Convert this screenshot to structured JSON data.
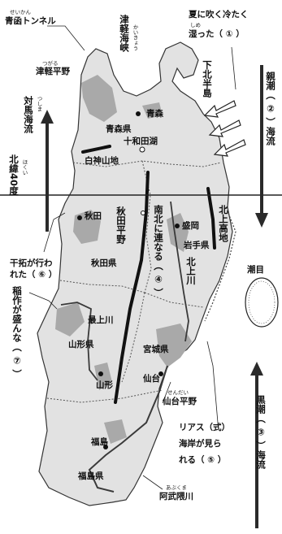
{
  "labels": {
    "seikan": "青函トンネル",
    "seikan_ruby": "せいかん",
    "tsugaru_strait": "津軽海峡",
    "tsugaru_strait_ruby": "かいきょう",
    "tsugaru_plain": "津軽平野",
    "tsugaru_plain_ruby": "つがる",
    "summer_wind": "夏に吹く冷たく",
    "summer_wind2": "湿った（ ① ）",
    "shimetta_ruby": "しめ",
    "shimokita": "下北半島",
    "oyashio": "親潮（ ② ）海流",
    "aomori_city": "青森",
    "aomori_pref": "青森県",
    "towada": "十和田湖",
    "shirakami": "白神山地",
    "tsushima": "対馬海流",
    "tsushima_ruby": "つしま",
    "lat40": "北緯40度",
    "lat40_ruby": "ほくい",
    "akita_city": "秋田",
    "akita_plain": "秋田平野",
    "nanboku": "南北に連なる（ ④ ）",
    "morioka": "盛岡",
    "kitakami_highland": "北上高地",
    "iwate_pref": "岩手県",
    "kitakami_river": "北上川",
    "shiome": "潮目",
    "kantaku": "干拓が行わ",
    "kantaku2": "れた（ ⑥ ）",
    "akita_pref": "秋田県",
    "inasaku": "稲作が盛んな（ ⑦ ）",
    "mogami": "最上川",
    "yamagata_pref": "山形県",
    "miyagi_pref": "宮城県",
    "yamagata_city": "山形",
    "sendai_city": "仙台",
    "sendai_plain": "仙台平野",
    "sendai_ruby": "せんだい",
    "rias1": "リアス（式）",
    "rias2": "海岸が見ら",
    "rias3": "れる（ ⑤ ）",
    "kuroshio": "黒潮（ ③ ）海流",
    "fukushima_city": "福島",
    "fukushima_pref": "福島県",
    "abukuma": "阿武隈川",
    "abukuma_ruby": "あぶくま"
  },
  "colors": {
    "land": "#e2e2e2",
    "plain": "#a9a9a9",
    "river": "#3a3a3a",
    "arrow": "#2a2a2a",
    "outline": "#333333"
  }
}
